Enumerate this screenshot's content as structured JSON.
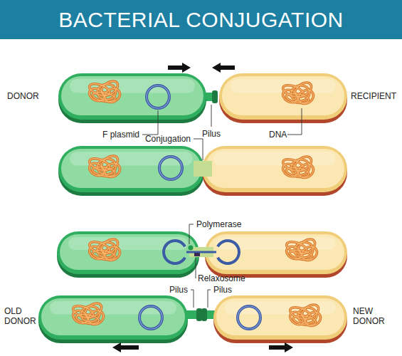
{
  "diagram": {
    "title": "BACTERIAL CONJUGATION",
    "labels": [
      "DONOR",
      "RECIPIENT",
      "F plasmid",
      "Pilus",
      "DNA",
      "Conjugation",
      "Polymerase",
      "Relaxosome",
      "OLD DONOR",
      "Pilus",
      "Pilus",
      "NEW DONOR"
    ]
  }
}
